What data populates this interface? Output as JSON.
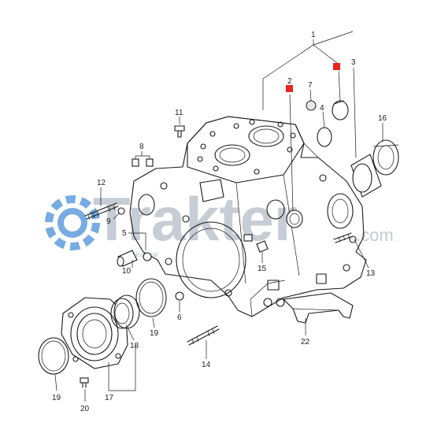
{
  "diagram": {
    "callouts": [
      "1",
      "2",
      "3",
      "4",
      "5",
      "6",
      "7",
      "8",
      "9",
      "10",
      "11",
      "12",
      "13",
      "14",
      "15",
      "16",
      "17",
      "18",
      "19",
      "19",
      "20",
      "22"
    ]
  },
  "watermark": {
    "brand": "Trakter",
    "suffix": ".com",
    "tagline": "Agricultural"
  },
  "colors": {
    "marker": "#e8251f",
    "line": "#1a1a1a",
    "watermark_text": "#9aa6b2",
    "gear_icon": "#4a90d9"
  }
}
